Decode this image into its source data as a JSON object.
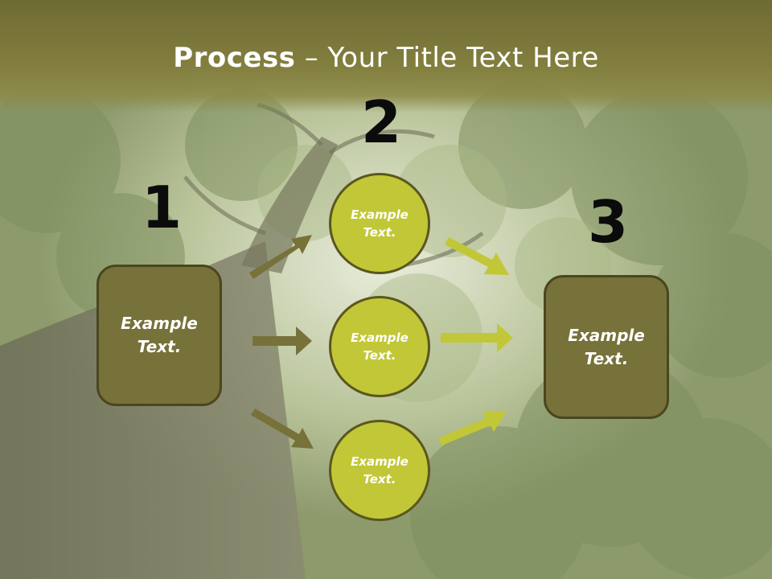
{
  "title": {
    "bold": "Process",
    "rest": " – Your Title Text Here"
  },
  "steps": [
    {
      "number": "1",
      "label": "Example\nText."
    },
    {
      "number": "2",
      "label": "Example\nText."
    },
    {
      "number": "3",
      "label": "Example\nText."
    }
  ],
  "circles": [
    {
      "label": "Example\nText."
    },
    {
      "label": "Example\nText."
    },
    {
      "label": "Example\nText."
    }
  ],
  "colors": {
    "box_fill": "#77713a",
    "circle_fill": "#c2c737",
    "arrow_dark": "#77713a",
    "arrow_light": "#c2c737",
    "header": "#7a763b"
  }
}
